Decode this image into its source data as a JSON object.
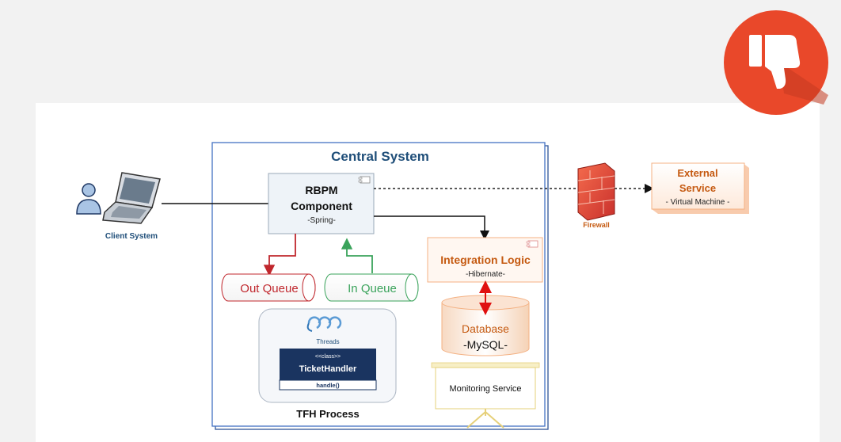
{
  "diagram": {
    "central_title": "Central System",
    "client_label": "Client System",
    "rbpm": {
      "title1": "RBPM",
      "title2": "Component",
      "subtitle": "-Spring-"
    },
    "out_queue": "Out Queue",
    "in_queue": "In Queue",
    "integration": {
      "title": "Integration Logic",
      "subtitle": "-Hibernate-"
    },
    "database": {
      "title": "Database",
      "subtitle": "-MySQL-"
    },
    "monitoring": "Monitoring Service",
    "threads_label": "Threads",
    "class_stereotype": "<<class>>",
    "class_name": "TicketHandler",
    "class_method": "handle()",
    "tfh_label": "TFH Process",
    "firewall_label": "Firewall",
    "external": {
      "title1": "External",
      "title2": "Service",
      "subtitle": "- Virtual Machine -"
    }
  },
  "colors": {
    "accent_blue": "#1f4e79",
    "red_arrow": "#c0272d",
    "green_arrow": "#3aa35b",
    "orange_text": "#c55a11",
    "thumb_red": "#e9482a",
    "class_header": "#1a3460"
  },
  "icons": [
    "thumbs-down-icon",
    "user-icon",
    "laptop-icon",
    "firewall-icon",
    "threads-icon"
  ]
}
